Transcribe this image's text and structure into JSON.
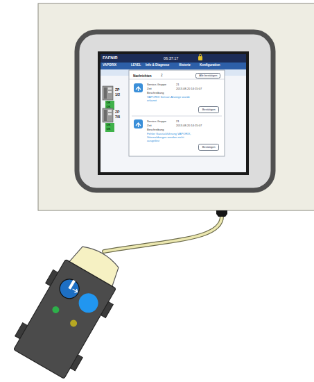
{
  "diagram": {
    "nodes": [
      {
        "text": [
          "Nachrichten"
        ]
      },
      {
        "text": [
          "Alle bestätigen"
        ],
        "in": 0
      },
      {
        "text": [
          "Service-Gruppe",
          "21",
          "Zeit",
          "2013-08-20 14:15:07",
          "Beschreibung",
          "VAPORIX Sensor-Anzeige wurde erkannt"
        ],
        "in": 0
      },
      {
        "text": [
          "Bestätigen"
        ],
        "in": 2
      },
      {
        "text": [
          "Service-Gruppe",
          "21",
          "Zeit",
          "2013-08-20 14:15:07",
          "Beschreibung",
          "Fehler Gasrückführung VAPORIX, Störmeldungen werden nicht ausgelöst"
        ],
        "in": 0
      },
      {
        "text": [
          "Bestätigen"
        ],
        "in": 4
      }
    ],
    "labels": [
      "FAFNIR",
      "06:37:17",
      "VAPORIX",
      "LEVEL",
      "Info & Diagnose",
      "Historie",
      "Konfiguration",
      "ZP",
      "1/2",
      "OK",
      "OK",
      "ZP",
      "7/8",
      "OK",
      "OK",
      "2"
    ]
  }
}
